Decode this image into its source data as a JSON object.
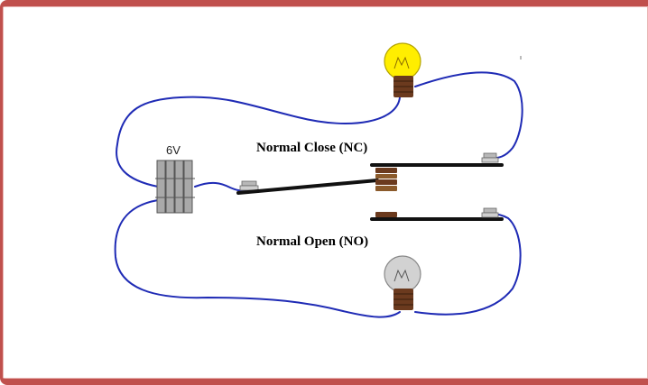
{
  "battery": {
    "label": "6V"
  },
  "labels": {
    "normal_close": "Normal Close (NC)",
    "normal_open": "Normal Open (NO)"
  },
  "colors": {
    "wire": "#1f2bb5",
    "frame": "#c0504d",
    "bulb_lit": "#ffee00",
    "bulb_off": "#d2d2d2",
    "bulb_base": "#6b3a1e",
    "battery": "#a9a9a9"
  }
}
